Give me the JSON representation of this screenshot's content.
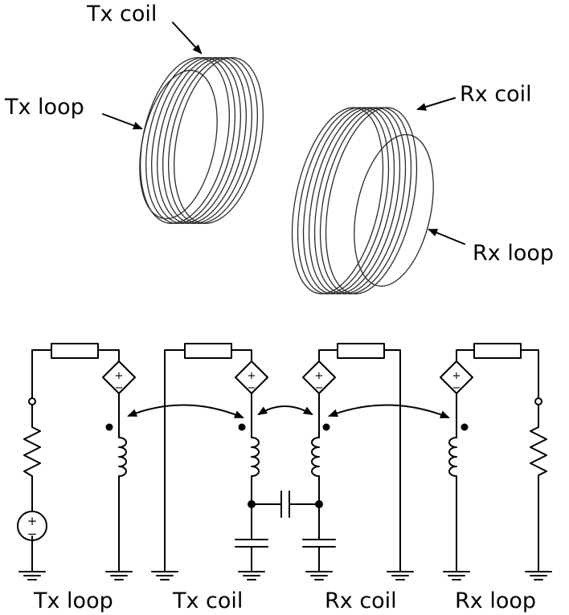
{
  "coil_labels": {
    "tx_coil": "Tx coil",
    "tx_loop": "Tx loop",
    "rx_coil": "Rx coil",
    "rx_loop": "Rx loop"
  },
  "circuit_labels": {
    "tx_loop": "Tx loop",
    "tx_coil": "Tx coil",
    "rx_coil": "Rx coil",
    "rx_loop": "Rx loop"
  },
  "source_signs": {
    "plus": "+",
    "minus": "−"
  }
}
